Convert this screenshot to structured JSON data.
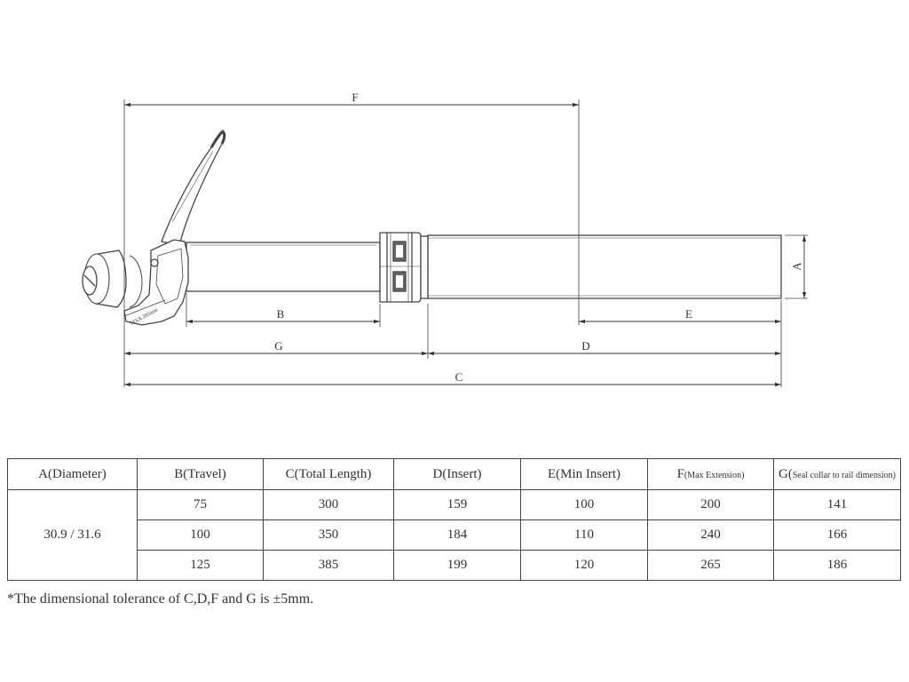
{
  "dimensions": {
    "F": "F",
    "B": "B",
    "E": "E",
    "G": "G",
    "D": "D",
    "C": "C",
    "A": "A"
  },
  "lever_marking": "MAX.285mm",
  "table": {
    "headers": [
      {
        "main": "A(Diameter)",
        "small": ""
      },
      {
        "main": "B(Travel)",
        "small": ""
      },
      {
        "main": "C(Total Length)",
        "small": ""
      },
      {
        "main": "D(Insert)",
        "small": ""
      },
      {
        "main": "E(Min Insert)",
        "small": ""
      },
      {
        "main": "F",
        "small": "(Max Extension)"
      },
      {
        "main": "G(",
        "small": "Seal collar to rail dimension)"
      }
    ],
    "diameter": "30.9 / 31.6",
    "rows": [
      [
        "75",
        "300",
        "159",
        "100",
        "200",
        "141"
      ],
      [
        "100",
        "350",
        "184",
        "110",
        "240",
        "166"
      ],
      [
        "125",
        "385",
        "199",
        "120",
        "265",
        "186"
      ]
    ]
  },
  "note": "*The dimensional tolerance of C,D,F and G is  ±5mm."
}
